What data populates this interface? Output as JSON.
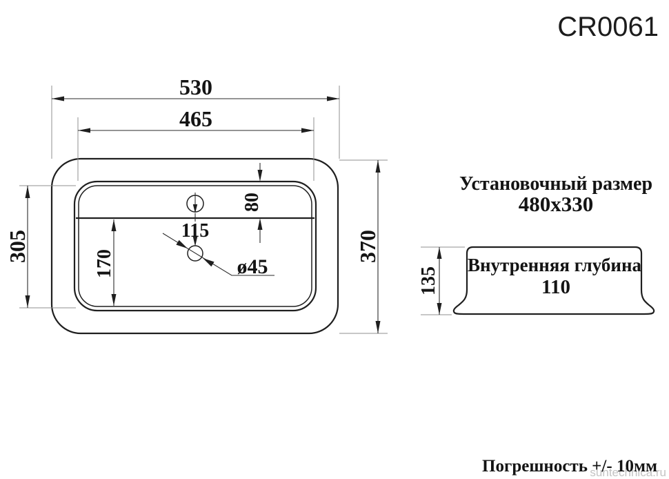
{
  "title": "CR0061",
  "plan_view": {
    "outer_width": "530",
    "inner_width": "465",
    "inner_height": "305",
    "outer_height": "370",
    "ledge_depth": "80",
    "hole_spacing": "115",
    "bowl_length": "170",
    "drain_diameter": "ø45"
  },
  "installation": {
    "label": "Установочный размер",
    "size": "480x330"
  },
  "side_view": {
    "height": "135",
    "depth_label": "Внутренняя глубина",
    "depth_value": "110"
  },
  "footer": {
    "tolerance": "Погрешность +/- 10мм",
    "watermark": "suntechnica.ru"
  },
  "colors": {
    "line": "#1f1f1f",
    "extension": "#8f8f8f",
    "text": "#141414",
    "watermark": "#c3c3c3",
    "background": "#ffffff"
  }
}
